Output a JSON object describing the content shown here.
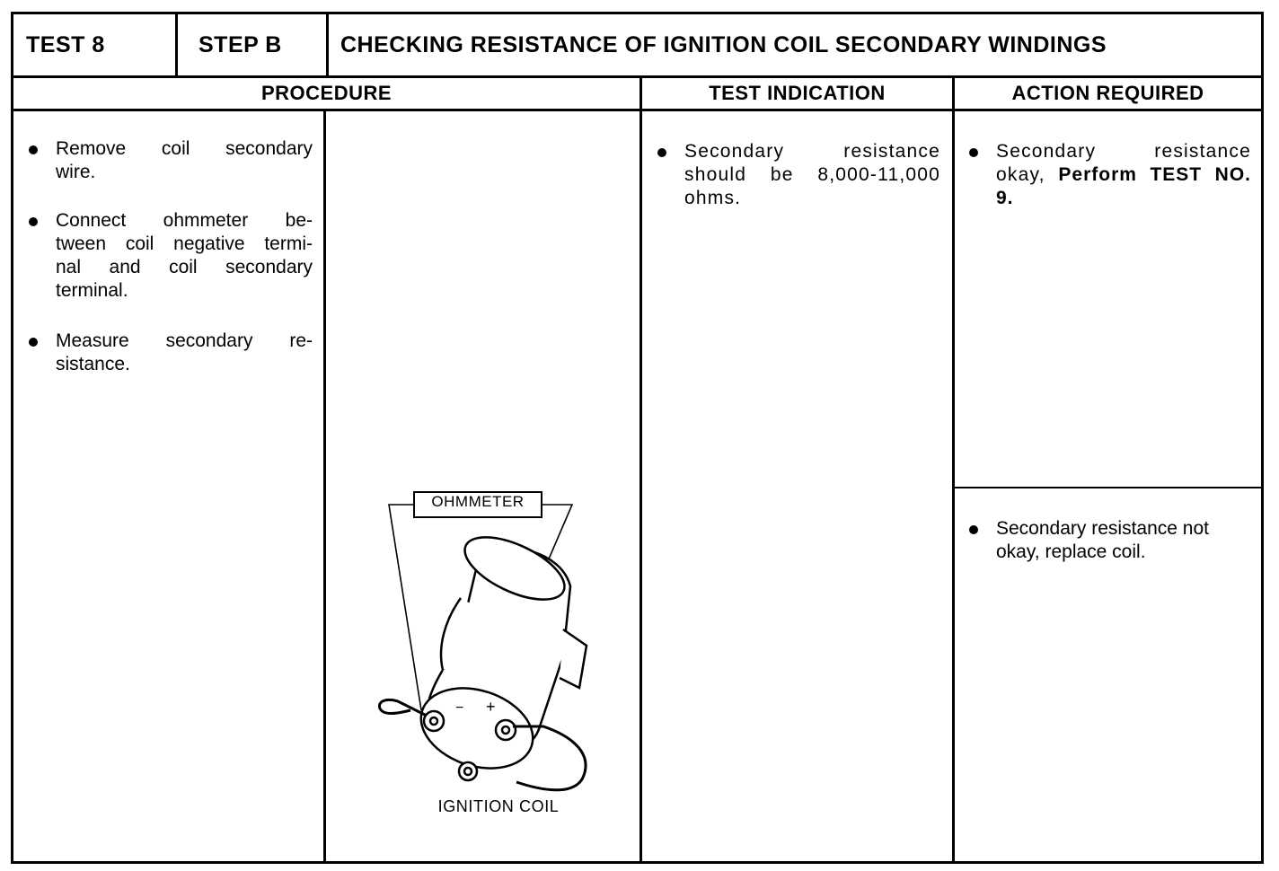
{
  "header": {
    "test_label": "TEST 8",
    "step_label": "STEP B",
    "title": "CHECKING RESISTANCE OF IGNITION COIL SECONDARY WINDINGS"
  },
  "columns": {
    "procedure": "PROCEDURE",
    "test_indication": "TEST INDICATION",
    "action_required": "ACTION REQUIRED"
  },
  "procedure_steps": [
    "Remove coil secondary wire.",
    "Connect ohmmeter between coil negative terminal and coil secondary terminal.",
    "Measure secondary resistance."
  ],
  "procedure_lines": [
    [
      "Remove coil secondary",
      "wire."
    ],
    [
      "Connect ohmmeter be-",
      "tween coil negative termi-",
      "nal and coil secondary",
      "terminal."
    ],
    [
      "Measure secondary re-",
      "sistance."
    ]
  ],
  "figure": {
    "meter_label": "OHMMETER",
    "coil_label": "IGNITION COIL",
    "neg_mark": "−",
    "pos_mark": "+"
  },
  "test_indication": {
    "text": "Secondary resistance should be 8,000-11,000 ohms."
  },
  "actions": {
    "ok_text": "Secondary resistance okay,",
    "ok_bold": "Perform TEST NO. 9.",
    "not_ok_text": "Secondary resistance not okay, replace coil."
  }
}
